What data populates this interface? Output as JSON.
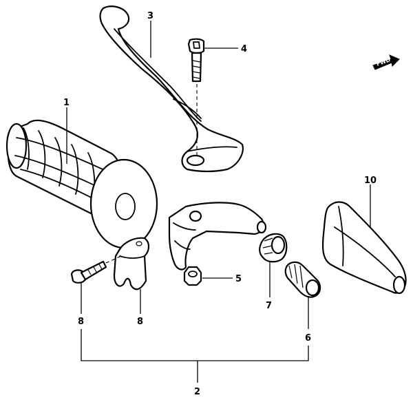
{
  "callouts": {
    "c1": "1",
    "c2": "2",
    "c3": "3",
    "c4": "4",
    "c5": "5",
    "c6": "6",
    "c7": "7",
    "c8a": "8",
    "c8b": "8",
    "c10": "10"
  },
  "fwd_label": "FWD",
  "colors": {
    "ink": "#000000",
    "paper": "#ffffff"
  }
}
